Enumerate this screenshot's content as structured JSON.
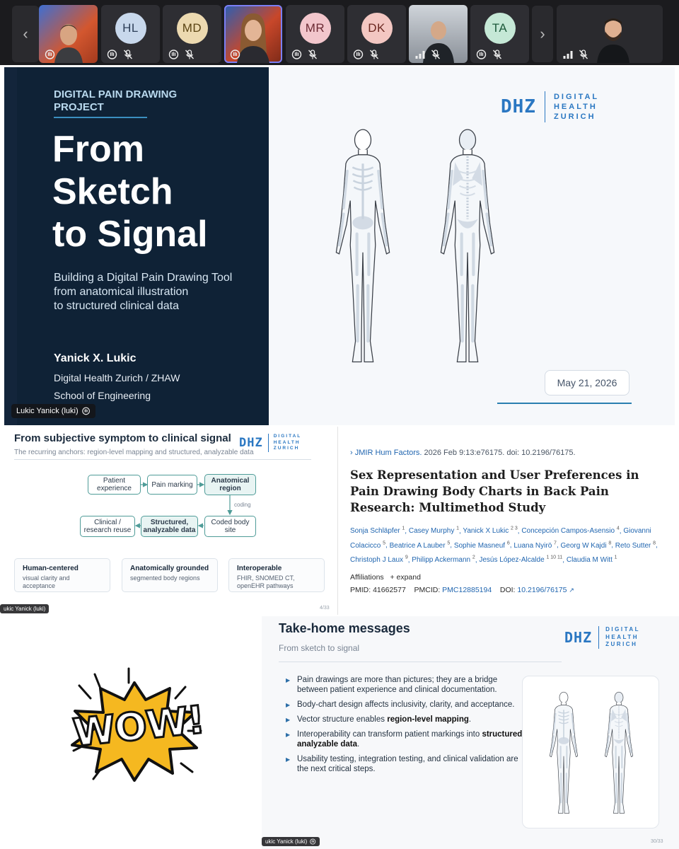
{
  "participants": {
    "initials": [
      "HL",
      "MD",
      "MR",
      "DK",
      "TA"
    ],
    "initial_colors": [
      "#c8d8ec",
      "#ecd9b0",
      "#f2c6cc",
      "#f3c7c2",
      "#c5e8d6"
    ],
    "initial_text_colors": [
      "#2d3e57",
      "#5a4413",
      "#6b2a33",
      "#6b2820",
      "#1d5a3b"
    ],
    "prev_icon": "chevron-left-icon",
    "next_icon": "chevron-right-icon"
  },
  "main_slide": {
    "kicker": "DIGITAL PAIN DRAWING PROJECT",
    "title_line1": "From",
    "title_line2": "Sketch",
    "title_line3": "to Signal",
    "subtitle_line1": "Building a Digital Pain Drawing Tool",
    "subtitle_line2": "from anatomical illustration",
    "subtitle_line3": "to structured clinical data",
    "author": "Yanick X. Lukic",
    "affiliation_line1": "Digital Health Zurich / ZHAW",
    "affiliation_line2": "School of Engineering",
    "date": "May 21, 2026",
    "speaker_tag": "Lukic Yanick (luki)",
    "logo_mark": "DHZ",
    "logo_line1": "DIGITAL",
    "logo_line2": "HEALTH",
    "logo_line3": "ZURICH",
    "brand_color": "#2a77c2"
  },
  "slide2": {
    "title": "From subjective symptom to clinical signal",
    "subtitle": "The recurring anchors: region-level mapping and structured, analyzable data",
    "nodes": {
      "patient_experience": "Patient experience",
      "pain_marking": "Pain marking",
      "anatomical_region": "Anatomical region",
      "coding": "coding",
      "coded_body_site": "Coded body site",
      "structured_data": "Structured, analyzable data",
      "clinical_reuse": "Clinical / research reuse"
    },
    "cards": [
      {
        "title": "Human-centered",
        "text": "visual clarity and acceptance"
      },
      {
        "title": "Anatomically grounded",
        "text": "segmented body regions"
      },
      {
        "title": "Interoperable",
        "text": "FHIR, SNOMED CT, openEHR pathways"
      }
    ],
    "speaker_tag": "ukic Yanick (luki)",
    "page": "4/33"
  },
  "paper": {
    "journal": "JMIR Hum Factors.",
    "citation": " 2026 Feb 9:13:e76175. doi: 10.2196/76175.",
    "title": "Sex Representation and User Preferences in Pain Drawing Body Charts in Back Pain Research: Multimethod Study",
    "authors": [
      {
        "name": "Sonja Schläpfer",
        "sup": "1"
      },
      {
        "name": "Casey Murphy",
        "sup": "1"
      },
      {
        "name": "Yanick X Lukic",
        "sup": "2 3"
      },
      {
        "name": "Concepción Campos-Asensio",
        "sup": "4"
      },
      {
        "name": "Giovanni Colacicco",
        "sup": "5"
      },
      {
        "name": "Beatrice A Lauber",
        "sup": "5"
      },
      {
        "name": "Sophie Masneuf",
        "sup": "6"
      },
      {
        "name": "Luana Nyirö",
        "sup": "7"
      },
      {
        "name": "Georg W Kajdi",
        "sup": "8"
      },
      {
        "name": "Reto Sutter",
        "sup": "8"
      },
      {
        "name": "Christoph J Laux",
        "sup": "9"
      },
      {
        "name": "Philipp Ackermann",
        "sup": "2"
      },
      {
        "name": "Jesús López-Alcalde",
        "sup": "1 10 11"
      },
      {
        "name": "Claudia M Witt",
        "sup": "1"
      }
    ],
    "affiliations_label": "Affiliations",
    "expand_label": "+ expand",
    "pmid_label": "PMID:",
    "pmid": "41662577",
    "pmcid_label": "PMCID:",
    "pmcid": "PMC12885194",
    "doi_label": "DOI:",
    "doi": "10.2196/76175"
  },
  "wow": {
    "text": "WOW!",
    "burst_color": "#f5b820"
  },
  "slide3": {
    "title": "Take-home messages",
    "subtitle": "From sketch to signal",
    "bullet1_a": "Pain drawings are more than pictures; they are a bridge between patient experience and clinical documentation.",
    "bullet2_a": "Body-chart design affects inclusivity, clarity, and acceptance.",
    "bullet3_a": "Vector structure enables ",
    "bullet3_b": "region-level mapping",
    "bullet3_c": ".",
    "bullet4_a": "Interoperability can transform patient markings into ",
    "bullet4_b": "structured, analyzable data",
    "bullet4_c": ".",
    "bullet5_a": "Usability testing, integration testing, and clinical validation are the next critical steps.",
    "speaker_tag": "ukic Yanick (luki)",
    "page": "30/33"
  }
}
